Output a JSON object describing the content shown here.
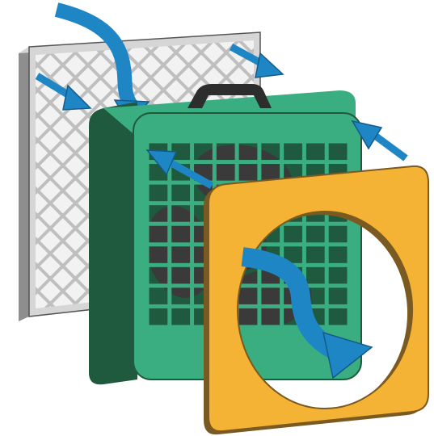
{
  "title": "",
  "components": [
    {
      "id": "filter",
      "name": "air-filter",
      "shape": "square-panel",
      "pattern": "diagonal-lattice"
    },
    {
      "id": "fan",
      "name": "box-fan",
      "shape": "square-housing-with-grille",
      "has_handle": true
    },
    {
      "id": "shroud",
      "name": "fan-shroud",
      "shape": "square-frame-with-circular-opening"
    }
  ],
  "airflow_arrows": [
    {
      "id": "intake-top-curve",
      "kind": "curved",
      "direction": "into-filter"
    },
    {
      "id": "intake-left",
      "kind": "straight",
      "direction": "into-filter"
    },
    {
      "id": "intake-top-right",
      "kind": "straight",
      "direction": "into-filter"
    },
    {
      "id": "intake-fan-left",
      "kind": "straight",
      "direction": "toward-filter-edge"
    },
    {
      "id": "intake-fan-right",
      "kind": "straight",
      "direction": "toward-filter-edge"
    },
    {
      "id": "outflow-curve",
      "kind": "curved",
      "direction": "out-through-shroud"
    }
  ],
  "colors": {
    "filter_frame": "#d6d6d6",
    "filter_frame_dark": "#8e8e8e",
    "filter_mesh": "#bfbfbf",
    "filter_cell": "#f2f2f2",
    "fan_body": "#3bae81",
    "fan_body_dark": "#1f5a3f",
    "fan_grille": "#3bae81",
    "fan_blade": "#3a3a3a",
    "handle": "#2d2d2d",
    "shroud": "#f5b335",
    "shroud_edge": "#7a5a20",
    "arrow": "#1f86c6",
    "arrow_dark": "#145b8a"
  }
}
